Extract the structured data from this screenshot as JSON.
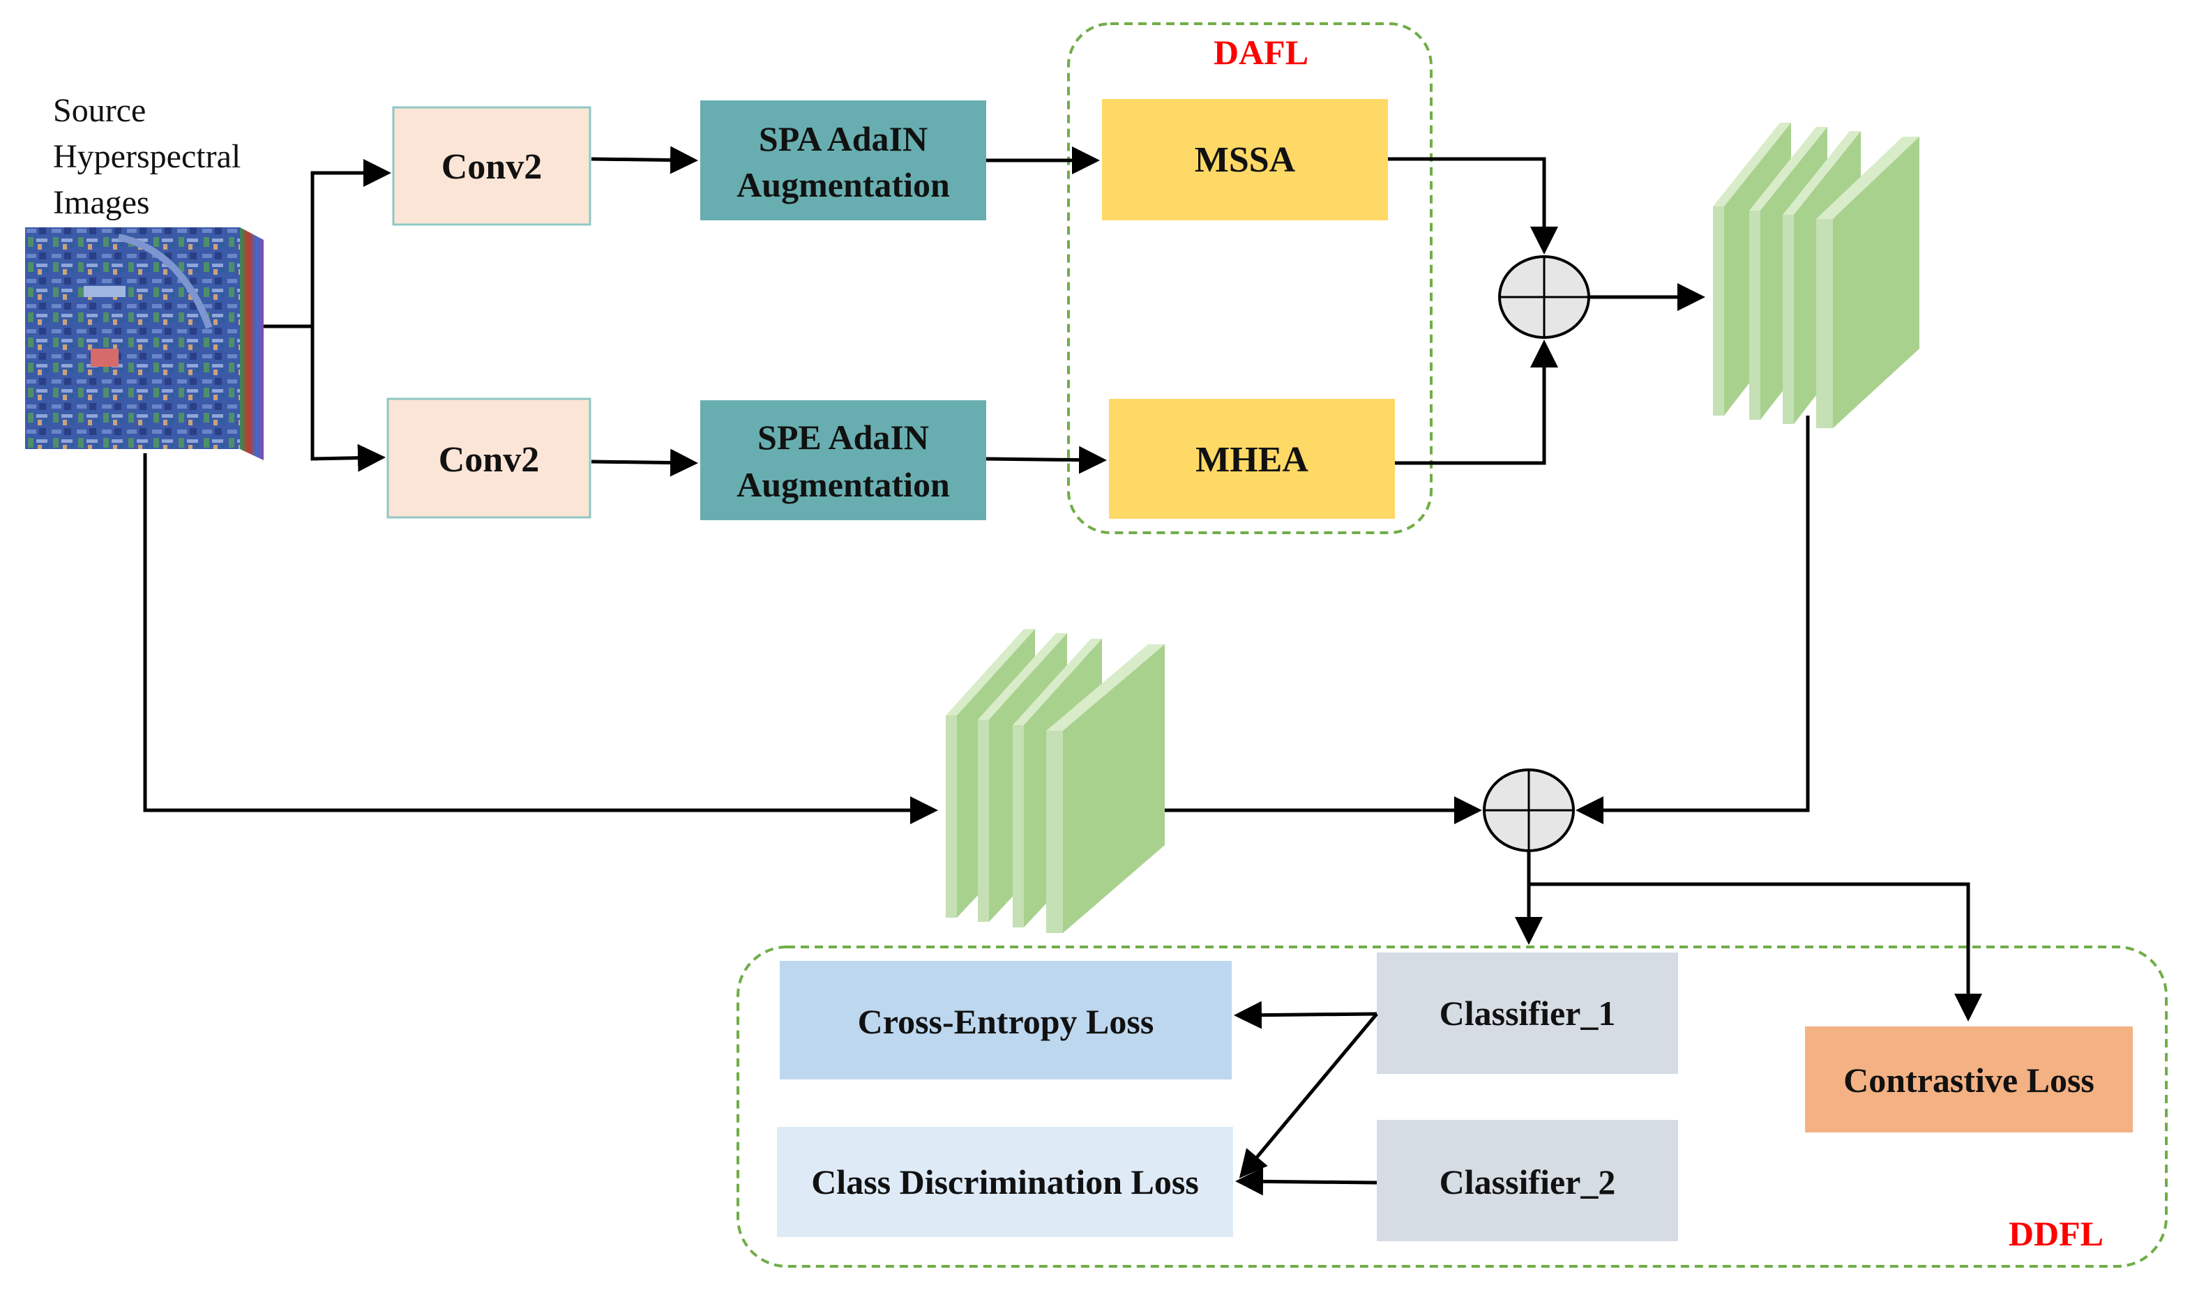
{
  "source": {
    "label_lines": [
      "Source",
      "Hyperspectral",
      "Images"
    ]
  },
  "nodes": {
    "conv2_top": {
      "label": "Conv2"
    },
    "conv2_bottom": {
      "label": "Conv2"
    },
    "spa_aug": {
      "label_lines": [
        "SPA AdaIN",
        "Augmentation"
      ]
    },
    "spe_aug": {
      "label_lines": [
        "SPE AdaIN",
        "Augmentation"
      ]
    },
    "mssa": {
      "label": "MSSA"
    },
    "mhea": {
      "label": "MHEA"
    },
    "cross_entropy": {
      "label": "Cross-Entropy Loss"
    },
    "class_discrimination": {
      "label": "Class Discrimination Loss"
    },
    "classifier_1": {
      "label": "Classifier_1"
    },
    "classifier_2": {
      "label": "Classifier_2"
    },
    "contrastive": {
      "label": "Contrastive Loss"
    }
  },
  "regions": {
    "dafl": {
      "label": "DAFL"
    },
    "ddfl": {
      "label": "DDFL"
    }
  },
  "colors": {
    "conv": "#fbe5d6",
    "conv_border": "#8fc7c4",
    "augmentation": "#68aeb0",
    "attention": "#ffd966",
    "cross_entropy": "#bdd7ee",
    "class_discrimination": "#deebf7",
    "classifier": "#d6dce4",
    "contrastive": "#f4b183",
    "feature_front": "#a9d18e",
    "feature_side": "#c5e0b4",
    "region_border": "#70ad47",
    "region_label": "#ff0000",
    "adder_fill": "#e7e6e6"
  }
}
